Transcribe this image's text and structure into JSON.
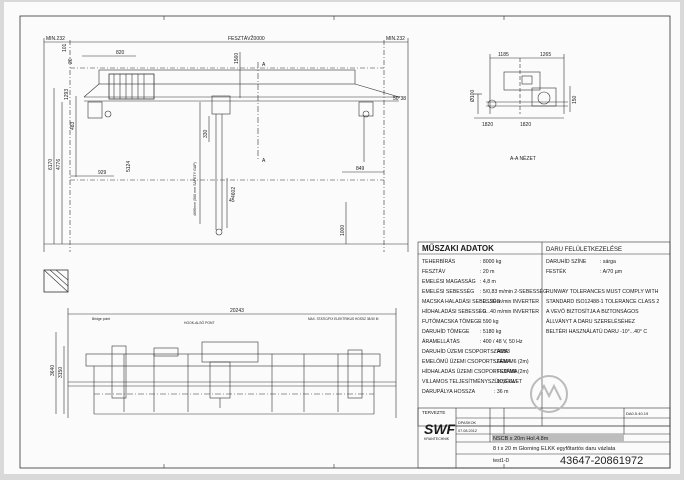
{
  "top_view": {
    "span_label": "FESZTÁVŽ0000",
    "min_left": "MIN.232",
    "min_right": "MIN.232",
    "dims": {
      "d820": "820",
      "d101": "101",
      "d20": "20",
      "d1560": "1560",
      "d1293": "1293",
      "d483": "483",
      "d6170": "6170",
      "d4776": "4776",
      "d929": "929",
      "d5124": "5124",
      "d330": "330",
      "d4602": "4602",
      "d45": "45",
      "d1000": "1000",
      "d849": "849",
      "d50x38": "50*38",
      "safety": "4695mm (500 mm SAFETY GAP)",
      "sect_a": "A",
      "sect_a2": "A"
    }
  },
  "section_view": {
    "d1185": "1185",
    "d1265": "1265",
    "d100": "Ø100",
    "d150": "150",
    "d1820a": "1820",
    "d1820b": "1820",
    "caption": "A-A NÉZET"
  },
  "side_view": {
    "span": "20243",
    "d3640": "3640",
    "d3150": "3150",
    "note_a": "Bridge point",
    "note_b": "HOOK-ALSÓ PONT",
    "note_c": "MAX. STATIC/FIX ELEKTRIKUS HOSSZ 38.50 M"
  },
  "tech": {
    "title": "MŰSZAKI ADATOK",
    "rows": [
      {
        "label": "TEHERBÍRÁS",
        "value": ": 8000 kg"
      },
      {
        "label": "FESZTÁV",
        "value": ": 20 m"
      },
      {
        "label": "EMELÉSI MAGASSÁG",
        "value": ": 4,8 m"
      },
      {
        "label": "EMELÉSI SEBESSÉG",
        "value": ": 5/0,83 m/min  2-SEBESSÉG"
      },
      {
        "label": "MACSKA HALADÁSI SEBESSÉG",
        "value": ": 0...20 m/min  INVERTER"
      },
      {
        "label": "HÍDHALADÁSI SEBESSÉG",
        "value": ": 0...40 m/min  INVERTER"
      },
      {
        "label": "FUTÓMACSKA TÖMEGE",
        "value": ": 590 kg"
      },
      {
        "label": "DARUHÍD TÖMEGE",
        "value": ": 5180 kg"
      },
      {
        "label": "ÁRAMELLÁTÁS",
        "value": ": 400 / 48 V, 50 Hz"
      },
      {
        "label": "DARUHÍD ÜZEMI CSOPORTSZÁMA",
        "value": ": H2B3"
      },
      {
        "label": "EMELŐMŰ ÜZEMI CSOPORTSZÁMA",
        "value": ": FEM M6 (2m)"
      },
      {
        "label": "HÍDHALADÁS ÜZEMI CSOPORTSZÁMA",
        "value": ": FEM M6 (2m)"
      },
      {
        "label": "VILLAMOS TELJESÍTMÉNYSZÜKSÉGLET",
        "value": ": 10,6 kW"
      },
      {
        "label": "DARUPÁLYA HOSSZA",
        "value": ": 36 m"
      }
    ]
  },
  "finish": {
    "title": "DARU FELÜLETKEZELÉSE",
    "rows": [
      {
        "label": "DARUHÍD SZÍNE",
        "value": ": sárga"
      },
      {
        "label": "FESTÉK",
        "value": ": A/70 µm"
      }
    ],
    "notes": [
      "RUNWAY TOLERANCES MUST COMPLY WITH",
      "STANDARD ISO12488-1 TOLERANCE CLASS 2",
      "A VEVŐ BIZTOSÍTJA A BIZTONSÁGOS",
      "ÁLLVÁNYT A DARU SZERELÉSÉHEZ",
      "BELTÉRI HASZNÁLATÚ DARU -10°...40° C"
    ]
  },
  "title_block": {
    "label_tervezte": "TERVEZTE",
    "logo": "SWF",
    "logo_sub": "KRANTECHNIK",
    "company": "DPASKOK",
    "date": "07.08.2012",
    "drawing_no": "DA0.5.40.19",
    "main_title": "NSCB x 20m Hol.4.8m",
    "sub_title": "8 t x 20 m Glorning ELKK egyfőtartós daru vázlata",
    "file": "test1-D"
  },
  "watermark": "43647-20861972"
}
